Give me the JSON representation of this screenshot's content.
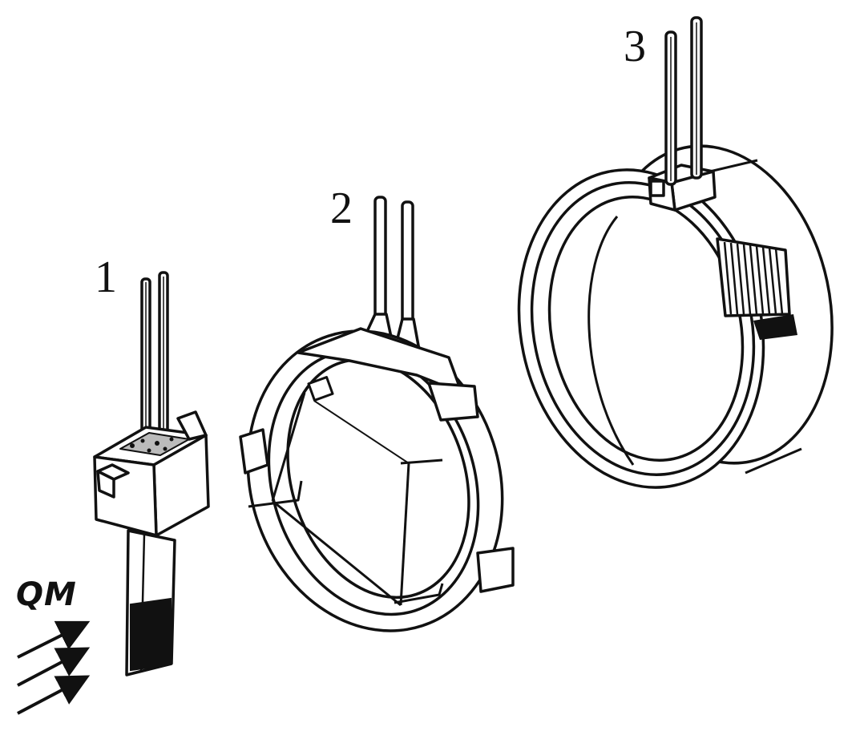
{
  "labels": {
    "sensor_1": "1",
    "sensor_2": "2",
    "sensor_3": "3",
    "flow": "QM"
  },
  "colors": {
    "ink": "#111111",
    "paper": "#ffffff"
  }
}
